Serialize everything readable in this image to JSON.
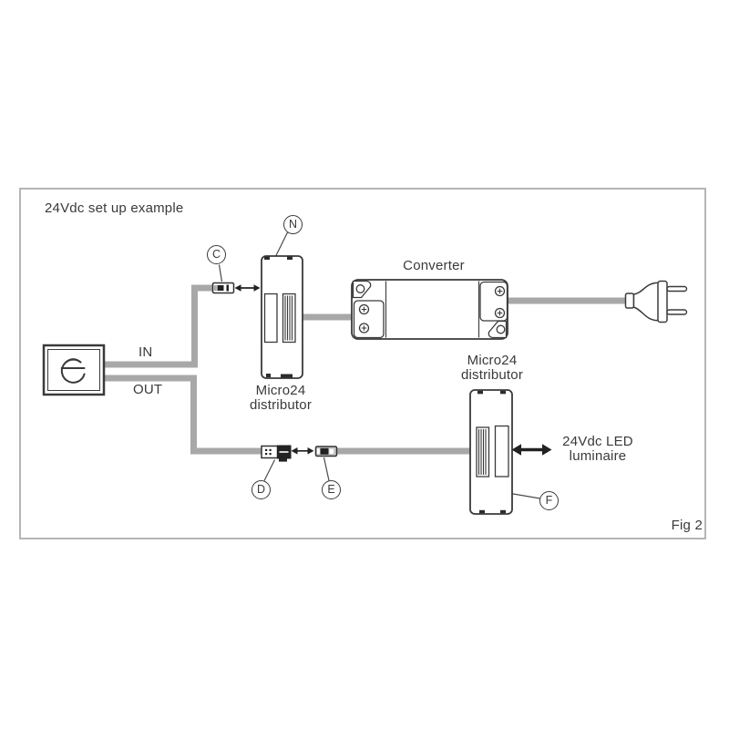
{
  "diagram": {
    "title": "24Vdc set up example",
    "fig_label": "Fig 2",
    "in_label": "IN",
    "out_label": "OUT",
    "converter_label": "Converter",
    "distributor1_label": "Micro24\ndistributor",
    "distributor2_label": "Micro24\ndistributor",
    "luminaire_label": "24Vdc LED\nluminaire",
    "callouts": {
      "c": "C",
      "n": "N",
      "d": "D",
      "e": "E",
      "f": "F"
    },
    "colors": {
      "line": "#3a3a3a",
      "detail_black": "#222222",
      "cable": "#a8a8a8",
      "frame_border": "#b5b5b5",
      "background": "#ffffff"
    }
  }
}
